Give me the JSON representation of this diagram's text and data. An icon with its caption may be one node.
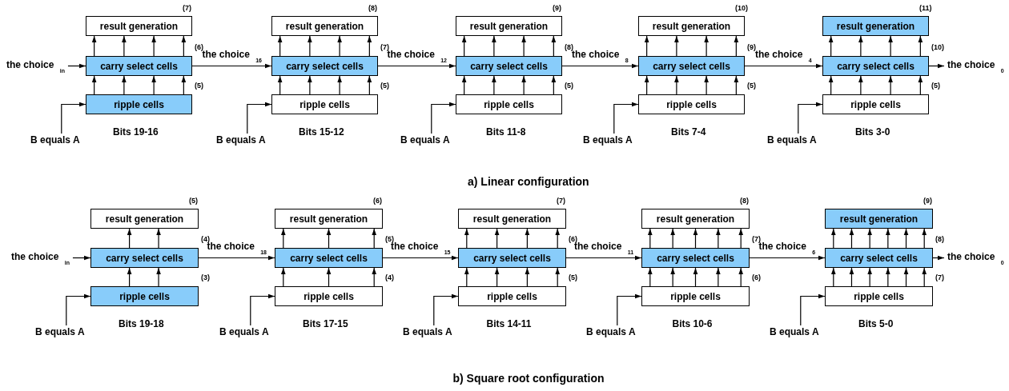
{
  "diagram": {
    "nodes": [
      {
        "text": [
          "the choice $_{in}$"
        ]
      },
      {
        "text": [
          "result generation"
        ],
        "beside": [
          "(7)"
        ]
      },
      {
        "text": [
          "carry select cells"
        ],
        "beside": [
          "(6)"
        ]
      },
      {
        "text": [
          "ripple cells"
        ],
        "beside": [
          "(5)"
        ]
      },
      {
        "text": [
          "B equals A"
        ]
      },
      {
        "text": [
          "result generation"
        ],
        "beside": [
          "(8)"
        ]
      },
      {
        "text": [
          "carry select cells"
        ],
        "beside": [
          "(7)"
        ]
      },
      {
        "text": [
          "ripple cells"
        ],
        "beside": [
          "(5)"
        ]
      },
      {
        "text": [
          "B equals A"
        ]
      },
      {
        "text": [
          "result generation"
        ],
        "beside": [
          "(9)"
        ]
      },
      {
        "text": [
          "carry select cells"
        ],
        "beside": [
          "(8)"
        ]
      },
      {
        "text": [
          "ripple cells"
        ],
        "beside": [
          "(5)"
        ]
      },
      {
        "text": [
          "B equals A"
        ]
      },
      {
        "text": [
          "result generation"
        ],
        "beside": [
          "(10)"
        ]
      },
      {
        "text": [
          "carry select cells"
        ],
        "beside": [
          "(9)"
        ]
      },
      {
        "text": [
          "ripple cells"
        ],
        "beside": [
          "(5)"
        ]
      },
      {
        "text": [
          "B equals A"
        ]
      },
      {
        "text": [
          "result generation"
        ],
        "beside": [
          "(11)"
        ]
      },
      {
        "text": [
          "carry select cells"
        ],
        "beside": [
          "(10)"
        ]
      },
      {
        "text": [
          "ripple cells"
        ],
        "beside": [
          "(5)"
        ]
      },
      {
        "text": [
          "B equals A"
        ]
      },
      {
        "text": [
          "the choice $_{0}$"
        ]
      },
      {
        "text": [
          "the choice $_{in}$"
        ]
      },
      {
        "text": [
          "result generation"
        ],
        "beside": [
          "(5)"
        ]
      },
      {
        "text": [
          "carry select cells"
        ],
        "beside": [
          "(4)"
        ]
      },
      {
        "text": [
          "ripple cells"
        ],
        "beside": [
          "(3)"
        ]
      },
      {
        "text": [
          "B equals A"
        ]
      },
      {
        "text": [
          "result generation"
        ],
        "beside": [
          "(6)"
        ]
      },
      {
        "text": [
          "carry select cells"
        ],
        "beside": [
          "(5)"
        ]
      },
      {
        "text": [
          "ripple cells"
        ],
        "beside": [
          "(4)"
        ]
      },
      {
        "text": [
          "B equals A"
        ]
      },
      {
        "text": [
          "result generation"
        ],
        "beside": [
          "(7)"
        ]
      },
      {
        "text": [
          "carry select cells"
        ],
        "beside": [
          "(6)"
        ]
      },
      {
        "text": [
          "ripple cells"
        ],
        "beside": [
          "(5)"
        ]
      },
      {
        "text": [
          "B equals A"
        ]
      },
      {
        "text": [
          "result generation"
        ],
        "beside": [
          "(8)"
        ]
      },
      {
        "text": [
          "carry select cells"
        ],
        "beside": [
          "(7)"
        ]
      },
      {
        "text": [
          "ripple cells"
        ],
        "beside": [
          "(6)"
        ]
      },
      {
        "text": [
          "B equals A"
        ]
      },
      {
        "text": [
          "result generation"
        ],
        "beside": [
          "(9)"
        ]
      },
      {
        "text": [
          "carry select cells"
        ],
        "beside": [
          "(8)"
        ]
      },
      {
        "text": [
          "ripple cells"
        ],
        "beside": [
          "(7)"
        ]
      },
      {
        "text": [
          "B equals A"
        ]
      },
      {
        "text": [
          "the choice $_{0}$"
        ]
      }
    ],
    "edges": [
      {
        "from": 4,
        "to": 3,
        "arrow": "to"
      },
      {
        "from": 3,
        "to": 2,
        "arrow": "to"
      },
      {
        "from": 3,
        "to": 2,
        "arrow": "to"
      },
      {
        "from": 3,
        "to": 2,
        "arrow": "to"
      },
      {
        "from": 3,
        "to": 2,
        "arrow": "to"
      },
      {
        "from": 2,
        "to": 1,
        "arrow": "to"
      },
      {
        "from": 2,
        "to": 1,
        "arrow": "to"
      },
      {
        "from": 2,
        "to": 1,
        "arrow": "to"
      },
      {
        "from": 2,
        "to": 1,
        "arrow": "to"
      },
      {
        "from": 8,
        "to": 7,
        "arrow": "to"
      },
      {
        "from": 7,
        "to": 6,
        "arrow": "to"
      },
      {
        "from": 7,
        "to": 6,
        "arrow": "to"
      },
      {
        "from": 7,
        "to": 6,
        "arrow": "to"
      },
      {
        "from": 7,
        "to": 6,
        "arrow": "to"
      },
      {
        "from": 6,
        "to": 5,
        "arrow": "to"
      },
      {
        "from": 6,
        "to": 5,
        "arrow": "to"
      },
      {
        "from": 6,
        "to": 5,
        "arrow": "to"
      },
      {
        "from": 6,
        "to": 5,
        "arrow": "to"
      },
      {
        "from": 12,
        "to": 11,
        "arrow": "to"
      },
      {
        "from": 11,
        "to": 10,
        "arrow": "to"
      },
      {
        "from": 11,
        "to": 10,
        "arrow": "to"
      },
      {
        "from": 11,
        "to": 10,
        "arrow": "to"
      },
      {
        "from": 11,
        "to": 10,
        "arrow": "to"
      },
      {
        "from": 10,
        "to": 9,
        "arrow": "to"
      },
      {
        "from": 10,
        "to": 9,
        "arrow": "to"
      },
      {
        "from": 10,
        "to": 9,
        "arrow": "to"
      },
      {
        "from": 10,
        "to": 9,
        "arrow": "to"
      },
      {
        "from": 16,
        "to": 15,
        "arrow": "to"
      },
      {
        "from": 15,
        "to": 14,
        "arrow": "to"
      },
      {
        "from": 15,
        "to": 14,
        "arrow": "to"
      },
      {
        "from": 15,
        "to": 14,
        "arrow": "to"
      },
      {
        "from": 15,
        "to": 14,
        "arrow": "to"
      },
      {
        "from": 14,
        "to": 13,
        "arrow": "to"
      },
      {
        "from": 14,
        "to": 13,
        "arrow": "to"
      },
      {
        "from": 14,
        "to": 13,
        "arrow": "to"
      },
      {
        "from": 14,
        "to": 13,
        "arrow": "to"
      },
      {
        "from": 20,
        "to": 19,
        "arrow": "to"
      },
      {
        "from": 19,
        "to": 18,
        "arrow": "to"
      },
      {
        "from": 19,
        "to": 18,
        "arrow": "to"
      },
      {
        "from": 19,
        "to": 18,
        "arrow": "to"
      },
      {
        "from": 19,
        "to": 18,
        "arrow": "to"
      },
      {
        "from": 18,
        "to": 17,
        "arrow": "to"
      },
      {
        "from": 18,
        "to": 17,
        "arrow": "to"
      },
      {
        "from": 18,
        "to": 17,
        "arrow": "to"
      },
      {
        "from": 18,
        "to": 17,
        "arrow": "to"
      },
      {
        "from": 0,
        "to": 2,
        "arrow": "to"
      },
      {
        "from": 2,
        "to": 6,
        "arrow": "to",
        "label": "the choice $_{16}$"
      },
      {
        "from": 6,
        "to": 10,
        "arrow": "to",
        "label": "the choice $_{12}$"
      },
      {
        "from": 10,
        "to": 14,
        "arrow": "to",
        "label": "the choice $_{8}$"
      },
      {
        "from": 14,
        "to": 18,
        "arrow": "to",
        "label": "the choice $_{4}$"
      },
      {
        "from": 18,
        "to": 21,
        "arrow": "to"
      },
      {
        "from": 26,
        "to": 25,
        "arrow": "to"
      },
      {
        "from": 25,
        "to": 24,
        "arrow": "to"
      },
      {
        "from": 25,
        "to": 24,
        "arrow": "to"
      },
      {
        "from": 24,
        "to": 23,
        "arrow": "to"
      },
      {
        "from": 24,
        "to": 23,
        "arrow": "to"
      },
      {
        "from": 30,
        "to": 29,
        "arrow": "to"
      },
      {
        "from": 29,
        "to": 28,
        "arrow": "to"
      },
      {
        "from": 29,
        "to": 28,
        "arrow": "to"
      },
      {
        "from": 29,
        "to": 28,
        "arrow": "to"
      },
      {
        "from": 28,
        "to": 27,
        "arrow": "to"
      },
      {
        "from": 28,
        "to": 27,
        "arrow": "to"
      },
      {
        "from": 28,
        "to": 27,
        "arrow": "to"
      },
      {
        "from": 34,
        "to": 33,
        "arrow": "to"
      },
      {
        "from": 33,
        "to": 32,
        "arrow": "to"
      },
      {
        "from": 33,
        "to": 32,
        "arrow": "to"
      },
      {
        "from": 33,
        "to": 32,
        "arrow": "to"
      },
      {
        "from": 33,
        "to": 32,
        "arrow": "to"
      },
      {
        "from": 32,
        "to": 31,
        "arrow": "to"
      },
      {
        "from": 32,
        "to": 31,
        "arrow": "to"
      },
      {
        "from": 32,
        "to": 31,
        "arrow": "to"
      },
      {
        "from": 32,
        "to": 31,
        "arrow": "to"
      },
      {
        "from": 38,
        "to": 37,
        "arrow": "to"
      },
      {
        "from": 37,
        "to": 36,
        "arrow": "to"
      },
      {
        "from": 37,
        "to": 36,
        "arrow": "to"
      },
      {
        "from": 37,
        "to": 36,
        "arrow": "to"
      },
      {
        "from": 37,
        "to": 36,
        "arrow": "to"
      },
      {
        "from": 37,
        "to": 36,
        "arrow": "to"
      },
      {
        "from": 36,
        "to": 35,
        "arrow": "to"
      },
      {
        "from": 36,
        "to": 35,
        "arrow": "to"
      },
      {
        "from": 36,
        "to": 35,
        "arrow": "to"
      },
      {
        "from": 36,
        "to": 35,
        "arrow": "to"
      },
      {
        "from": 36,
        "to": 35,
        "arrow": "to"
      },
      {
        "from": 42,
        "to": 41,
        "arrow": "to"
      },
      {
        "from": 41,
        "to": 40,
        "arrow": "to"
      },
      {
        "from": 41,
        "to": 40,
        "arrow": "to"
      },
      {
        "from": 41,
        "to": 40,
        "arrow": "to"
      },
      {
        "from": 41,
        "to": 40,
        "arrow": "to"
      },
      {
        "from": 41,
        "to": 40,
        "arrow": "to"
      },
      {
        "from": 41,
        "to": 40,
        "arrow": "to"
      },
      {
        "from": 40,
        "to": 39,
        "arrow": "to"
      },
      {
        "from": 40,
        "to": 39,
        "arrow": "to"
      },
      {
        "from": 40,
        "to": 39,
        "arrow": "to"
      },
      {
        "from": 40,
        "to": 39,
        "arrow": "to"
      },
      {
        "from": 40,
        "to": 39,
        "arrow": "to"
      },
      {
        "from": 40,
        "to": 39,
        "arrow": "to"
      },
      {
        "from": 22,
        "to": 24,
        "arrow": "to"
      },
      {
        "from": 24,
        "to": 28,
        "arrow": "to",
        "label": "the choice $_{18}$"
      },
      {
        "from": 28,
        "to": 32,
        "arrow": "to",
        "label": "the choice $_{15}$"
      },
      {
        "from": 32,
        "to": 36,
        "arrow": "to",
        "label": "the choice $_{11}$"
      },
      {
        "from": 36,
        "to": 40,
        "arrow": "to",
        "label": "the choice $_{6}$"
      },
      {
        "from": 40,
        "to": 43,
        "arrow": "to"
      }
    ],
    "labels": [
      "Bits 19-16",
      "Bits 15-12",
      "Bits 11-8",
      "Bits 7-4",
      "Bits 3-0",
      "a) Linear configuration",
      "Bits 19-18",
      "Bits 17-15",
      "Bits 14-11",
      "Bits 10-6",
      "Bits 5-0",
      "b) Square root configuration"
    ]
  }
}
